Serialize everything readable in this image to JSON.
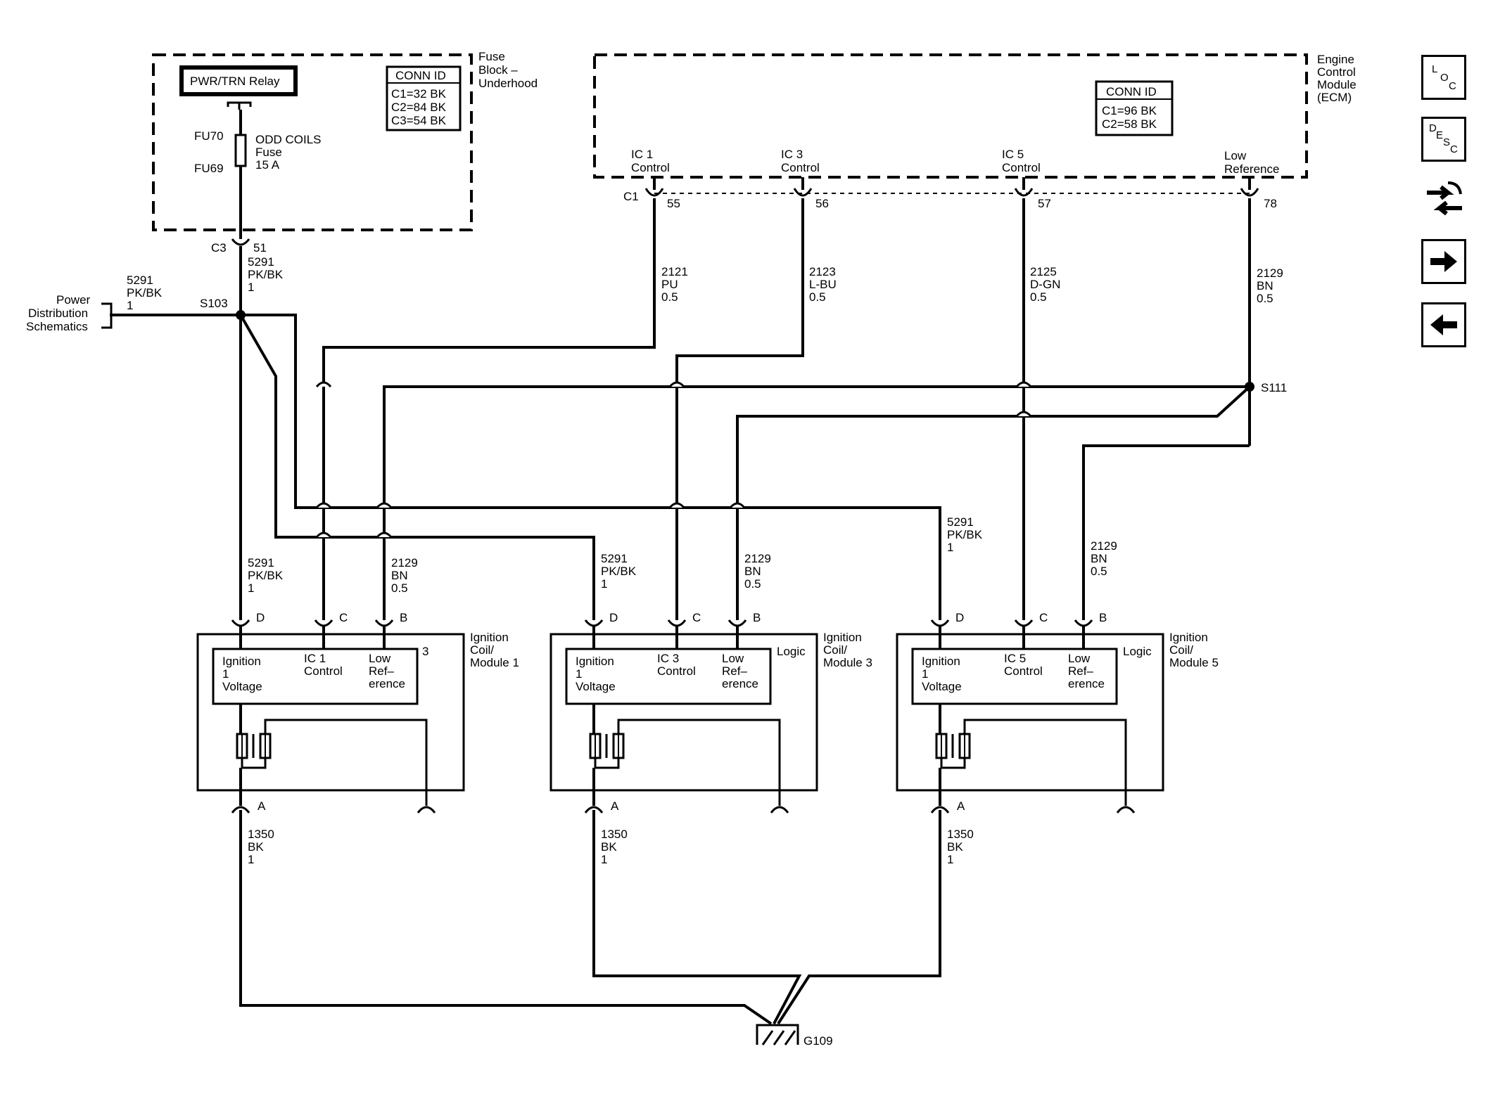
{
  "fuse_block": {
    "title_lines": [
      "Fuse",
      "Block –",
      "Underhood"
    ],
    "relay_label": "PWR/TRN Relay",
    "conn_title": "CONN ID",
    "conn_rows": [
      "C1=32 BK",
      "C2=84 BK",
      "C3=54 BK"
    ],
    "fuse_top": "FU70",
    "fuse_bottom": "FU69",
    "fuse_desc_lines": [
      "ODD COILS",
      "Fuse",
      "15 A"
    ],
    "out_connector": "C3",
    "out_pin": "51"
  },
  "ecm": {
    "title_lines": [
      "Engine",
      "Control",
      "Module",
      "(ECM)"
    ],
    "conn_title": "CONN ID",
    "conn_rows": [
      "C1=96 BK",
      "C2=58 BK"
    ],
    "connector": "C1",
    "pins": [
      {
        "label_lines": [
          "IC 1",
          "Control"
        ],
        "pin": "55"
      },
      {
        "label_lines": [
          "IC 3",
          "Control"
        ],
        "pin": "56"
      },
      {
        "label_lines": [
          "IC 5",
          "Control"
        ],
        "pin": "57"
      },
      {
        "label_lines": [
          "Low",
          "Reference"
        ],
        "pin": "78"
      }
    ]
  },
  "wires": {
    "ic1": [
      "2121",
      "PU",
      "0.5"
    ],
    "ic3": [
      "2123",
      "L-BU",
      "0.5"
    ],
    "ic5": [
      "2125",
      "D-GN",
      "0.5"
    ],
    "lowref": [
      "2129",
      "BN",
      "0.5"
    ],
    "feed_top": [
      "5291",
      "PK/BK",
      "1"
    ],
    "feed_left": [
      "5291",
      "PK/BK",
      "1"
    ],
    "coil1_d": [
      "5291",
      "PK/BK",
      "1"
    ],
    "coil1_b": [
      "2129",
      "BN",
      "0.5"
    ],
    "coil3_d": [
      "5291",
      "PK/BK",
      "1"
    ],
    "coil3_b": [
      "2129",
      "BN",
      "0.5"
    ],
    "coil5_d": [
      "5291",
      "PK/BK",
      "1"
    ],
    "coil5_b": [
      "2129",
      "BN",
      "0.5"
    ],
    "ground1": [
      "1350",
      "BK",
      "1"
    ],
    "ground3": [
      "1350",
      "BK",
      "1"
    ],
    "ground5": [
      "1350",
      "BK",
      "1"
    ]
  },
  "power_distribution_lines": [
    "Power",
    "Distribution",
    "Schematics"
  ],
  "splices": {
    "s103": "S103",
    "s111": "S111"
  },
  "ground": "G109",
  "coils": [
    {
      "title_lines": [
        "Ignition",
        "Coil/",
        "Module 1"
      ],
      "tag": "3",
      "pins": {
        "d": "D",
        "c": "C",
        "b": "B",
        "a": "A"
      },
      "inner": {
        "ign": [
          "Ignition",
          "1",
          "Voltage"
        ],
        "ic": [
          "IC 1",
          "Control"
        ],
        "low": [
          "Low",
          "Ref–",
          "erence"
        ]
      }
    },
    {
      "title_lines": [
        "Ignition",
        "Coil/",
        "Module 3"
      ],
      "tag": "Logic",
      "pins": {
        "d": "D",
        "c": "C",
        "b": "B",
        "a": "A"
      },
      "inner": {
        "ign": [
          "Ignition",
          "1",
          "Voltage"
        ],
        "ic": [
          "IC 3",
          "Control"
        ],
        "low": [
          "Low",
          "Ref–",
          "erence"
        ]
      }
    },
    {
      "title_lines": [
        "Ignition",
        "Coil/",
        "Module 5"
      ],
      "tag": "Logic",
      "pins": {
        "d": "D",
        "c": "C",
        "b": "B",
        "a": "A"
      },
      "inner": {
        "ign": [
          "Ignition",
          "1",
          "Voltage"
        ],
        "ic": [
          "IC 5",
          "Control"
        ],
        "low": [
          "Low",
          "Ref–",
          "erence"
        ]
      }
    }
  ],
  "nav": {
    "loc_letters": [
      "L",
      "O",
      "C"
    ],
    "desc_letters": [
      "D",
      "E",
      "S",
      "C"
    ]
  }
}
